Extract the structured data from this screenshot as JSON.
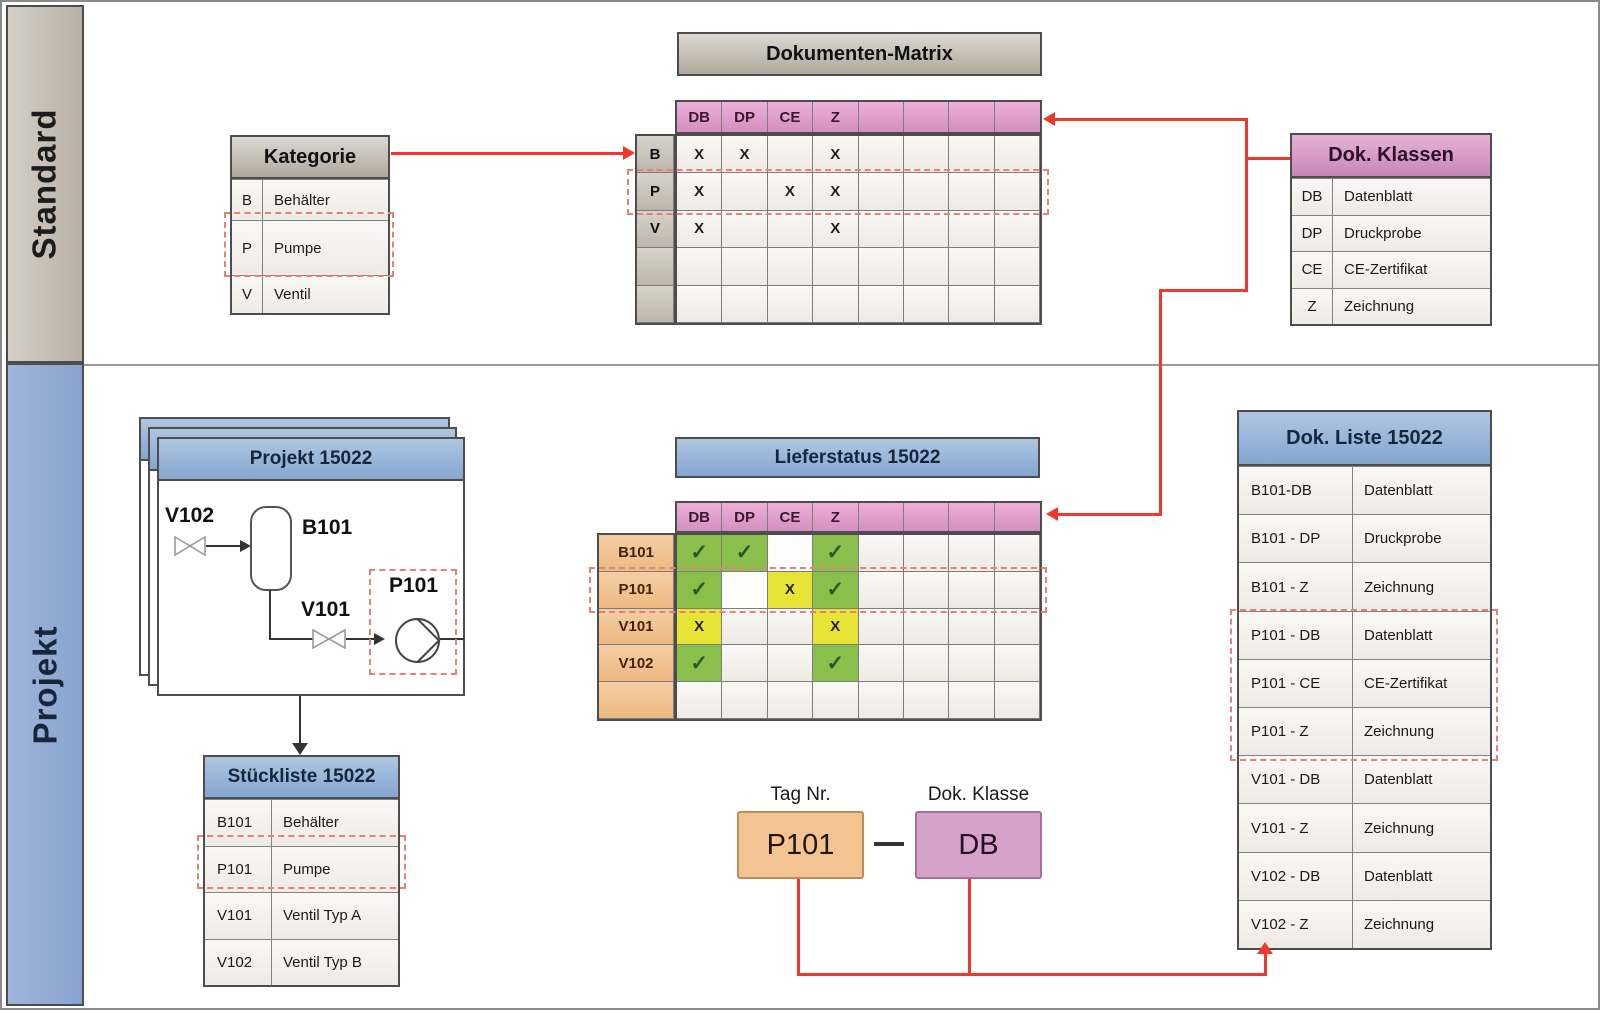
{
  "lanes": {
    "standard": "Standard",
    "projekt": "Projekt"
  },
  "dokumenten_matrix": {
    "title": "Dokumenten-Matrix",
    "columns": [
      "DB",
      "DP",
      "CE",
      "Z",
      "",
      "",
      "",
      ""
    ],
    "rows": [
      {
        "label": "B",
        "cells": [
          "X",
          "X",
          "",
          "X",
          "",
          "",
          "",
          ""
        ]
      },
      {
        "label": "P",
        "cells": [
          "X",
          "",
          "X",
          "X",
          "",
          "",
          "",
          ""
        ],
        "highlighted": true
      },
      {
        "label": "V",
        "cells": [
          "X",
          "",
          "",
          "X",
          "",
          "",
          "",
          ""
        ]
      },
      {
        "label": "",
        "cells": [
          "",
          "",
          "",
          "",
          "",
          "",
          "",
          ""
        ]
      },
      {
        "label": "",
        "cells": [
          "",
          "",
          "",
          "",
          "",
          "",
          "",
          ""
        ]
      }
    ]
  },
  "kategorie": {
    "title": "Kategorie",
    "rows": [
      {
        "key": "B",
        "value": "Behälter"
      },
      {
        "key": "P",
        "value": "Pumpe",
        "highlighted": true
      },
      {
        "key": "V",
        "value": "Ventil"
      }
    ]
  },
  "dok_klassen": {
    "title": "Dok. Klassen",
    "rows": [
      {
        "key": "DB",
        "value": "Datenblatt"
      },
      {
        "key": "DP",
        "value": "Druckprobe"
      },
      {
        "key": "CE",
        "value": "CE-Zertifikat"
      },
      {
        "key": "Z",
        "value": "Zeichnung"
      }
    ]
  },
  "projekt_card": {
    "title": "Projekt 15022",
    "tags": {
      "v102": "V102",
      "b101": "B101",
      "v101": "V101",
      "p101": "P101"
    }
  },
  "stueckliste": {
    "title": "Stückliste 15022",
    "rows": [
      {
        "key": "B101",
        "value": "Behälter"
      },
      {
        "key": "P101",
        "value": "Pumpe",
        "highlighted": true
      },
      {
        "key": "V101",
        "value": "Ventil Typ A"
      },
      {
        "key": "V102",
        "value": "Ventil Typ B"
      }
    ]
  },
  "lieferstatus": {
    "title": "Lieferstatus 15022",
    "columns": [
      "DB",
      "DP",
      "CE",
      "Z",
      "",
      "",
      "",
      ""
    ],
    "rows": [
      {
        "label": "B101",
        "cells": [
          "✓",
          "✓",
          "",
          "✓",
          "",
          "",
          "",
          ""
        ],
        "states": [
          "done",
          "done",
          "open",
          "done",
          "",
          "",
          "",
          ""
        ]
      },
      {
        "label": "P101",
        "cells": [
          "✓",
          "",
          "X",
          "✓",
          "",
          "",
          "",
          ""
        ],
        "states": [
          "done",
          "open",
          "missing",
          "done",
          "",
          "",
          "",
          ""
        ],
        "highlighted": true
      },
      {
        "label": "V101",
        "cells": [
          "X",
          "",
          "",
          "X",
          "",
          "",
          "",
          ""
        ],
        "states": [
          "missing",
          "",
          "",
          "missing",
          "",
          "",
          "",
          ""
        ]
      },
      {
        "label": "V102",
        "cells": [
          "✓",
          "",
          "",
          "✓",
          "",
          "",
          "",
          ""
        ],
        "states": [
          "done",
          "",
          "",
          "done",
          "",
          "",
          "",
          ""
        ]
      },
      {
        "label": "",
        "cells": [
          "",
          "",
          "",
          "",
          "",
          "",
          "",
          ""
        ],
        "states": [
          "",
          "",
          "",
          "",
          "",
          "",
          "",
          ""
        ]
      }
    ]
  },
  "dok_liste": {
    "title": "Dok. Liste 15022",
    "rows": [
      {
        "key": "B101-DB",
        "value": "Datenblatt"
      },
      {
        "key": "B101 - DP",
        "value": "Druckprobe"
      },
      {
        "key": "B101 - Z",
        "value": "Zeichnung"
      },
      {
        "key": "P101 - DB",
        "value": "Datenblatt",
        "highlighted": true
      },
      {
        "key": "P101 - CE",
        "value": "CE-Zertifikat",
        "highlighted": true
      },
      {
        "key": "P101 - Z",
        "value": "Zeichnung",
        "highlighted": true
      },
      {
        "key": "V101 - DB",
        "value": "Datenblatt"
      },
      {
        "key": "V101 - Z",
        "value": "Zeichnung"
      },
      {
        "key": "V102 - DB",
        "value": "Datenblatt"
      },
      {
        "key": "V102 - Z",
        "value": "Zeichnung"
      }
    ]
  },
  "tag_beispiel": {
    "tag_label": "Tag Nr.",
    "tag_value": "P101",
    "class_label": "Dok. Klasse",
    "class_value": "DB"
  },
  "colors": {
    "accent_red": "#ee392c",
    "dashed_highlight": "#e2837a",
    "status_done_green": "#8abf4b",
    "status_missing_yellow": "#e8e436",
    "doc_class_pink": "#d38fc0",
    "project_blue": "#8fafd6",
    "standard_gray": "#c5beb4",
    "tag_orange": "#f0c191"
  }
}
